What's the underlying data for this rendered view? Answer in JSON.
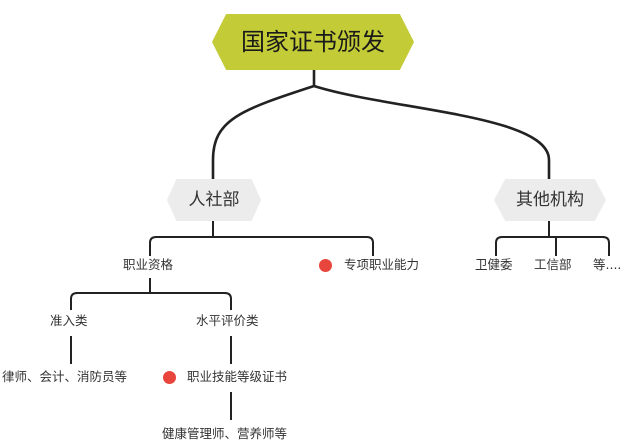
{
  "diagram": {
    "root": {
      "label": "国家证书颁发",
      "color": "#c3cb37"
    },
    "renshe": {
      "label": "人社部",
      "zhiye_zige": {
        "label": "职业资格",
        "zhunru": {
          "label": "准入类",
          "examples": "律师、会计、消防员等"
        },
        "shuiping": {
          "label": "水平评价类",
          "examples": "健康管理师、营养师等"
        }
      },
      "zhuanxiang": {
        "label": "专项职业能力",
        "marker_color": "#e8453c"
      },
      "dengji": {
        "label": "职业技能等级证书",
        "marker_color": "#e8453c"
      }
    },
    "other": {
      "label": "其他机构",
      "items": [
        "卫健委",
        "工信部",
        "等....."
      ]
    },
    "line_color": "#222222"
  }
}
